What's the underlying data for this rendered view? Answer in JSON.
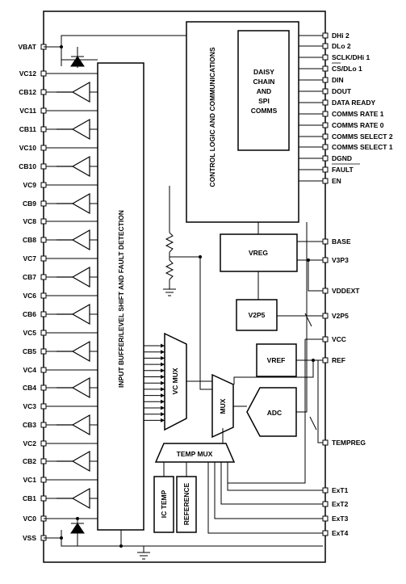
{
  "left_pins": [
    "VBAT",
    "VC12",
    "CB12",
    "VC11",
    "CB11",
    "VC10",
    "CB10",
    "VC9",
    "CB9",
    "VC8",
    "CB8",
    "VC7",
    "CB7",
    "VC6",
    "CB6",
    "VC5",
    "CB5",
    "VC4",
    "CB4",
    "VC3",
    "CB3",
    "VC2",
    "CB2",
    "VC1",
    "CB1",
    "VC0",
    "VSS"
  ],
  "right_pins": [
    "DHi 2",
    "DLo 2",
    "SCLK/DHi 1",
    "CS/DLo 1",
    "DIN",
    "DOUT",
    "DATA READY",
    "COMMS RATE 1",
    "COMMS RATE 0",
    "COMMS SELECT 2",
    "COMMS SELECT 1",
    "DGND",
    "FAULT",
    "EN",
    "BASE",
    "V3P3",
    "VDDEXT",
    "V2P5",
    "VCC",
    "REF",
    "TEMPREG",
    "ExT1",
    "ExT2",
    "ExT3",
    "ExT4"
  ],
  "blocks": {
    "input_buffer": "INPUT BUFFER/LEVEL SHIFT AND FAULT DETECTION",
    "control_logic": "CONTROL LOGIC AND COMMUNICATIONS",
    "daisy_chain": [
      "DAISY",
      "CHAIN",
      "AND",
      "SPI",
      "COMMS"
    ],
    "vreg": "VREG",
    "v2p5": "V2P5",
    "vref": "VREF",
    "vc_mux": "VC MUX",
    "mux": "MUX",
    "adc": "ADC",
    "temp_mux": "TEMP MUX",
    "ic_temp": "IC TEMP",
    "reference": "REFERENCE"
  }
}
